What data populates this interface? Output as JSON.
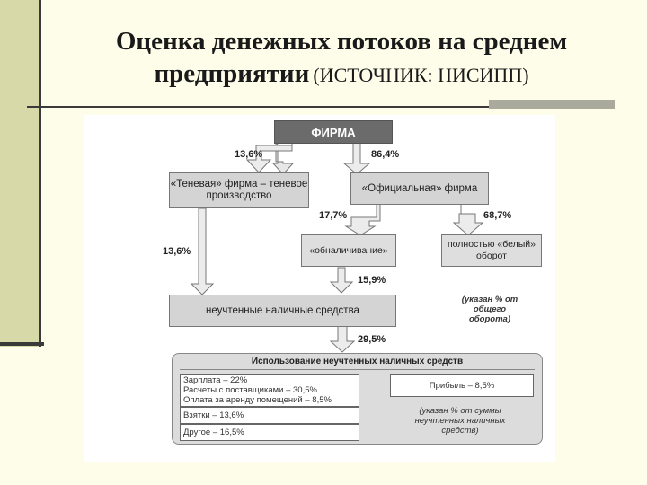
{
  "slide": {
    "title_line1": "Оценка денежных потоков на среднем",
    "title_line2": "предприятии",
    "title_source": "(ИСТОЧНИК: НИСИПП)"
  },
  "diagram": {
    "firm": "ФИРМА",
    "shadow_firm": "«Теневая» фирма – теневое производство",
    "official_firm": "«Официальная» фирма",
    "cashing": "«обналичивание»",
    "white_turnover": "полностью «белый» оборот",
    "unrecorded_cash": "неучтенные наличные средства",
    "pct_shadow": "13,6%",
    "pct_official": "86,4%",
    "pct_cashing": "17,7%",
    "pct_white": "68,7%",
    "pct_shadow_down": "13,6%",
    "pct_cash_to_unrecorded": "15,9%",
    "pct_usage": "29,5%",
    "note_total": "(указан % от общего оборота)",
    "usage_title": "Использование неучтенных наличных средств",
    "usage_items": [
      "Зарплата – 22%",
      "Расчеты с поставщиками – 30,5%",
      "Оплата за аренду помещений – 8,5%"
    ],
    "bribes": "Взятки – 13,6%",
    "other": "Другое – 16,5%",
    "profit": "Прибыль – 8,5%",
    "note_sum": "(указан % от суммы неучтенных наличных средств)"
  }
}
